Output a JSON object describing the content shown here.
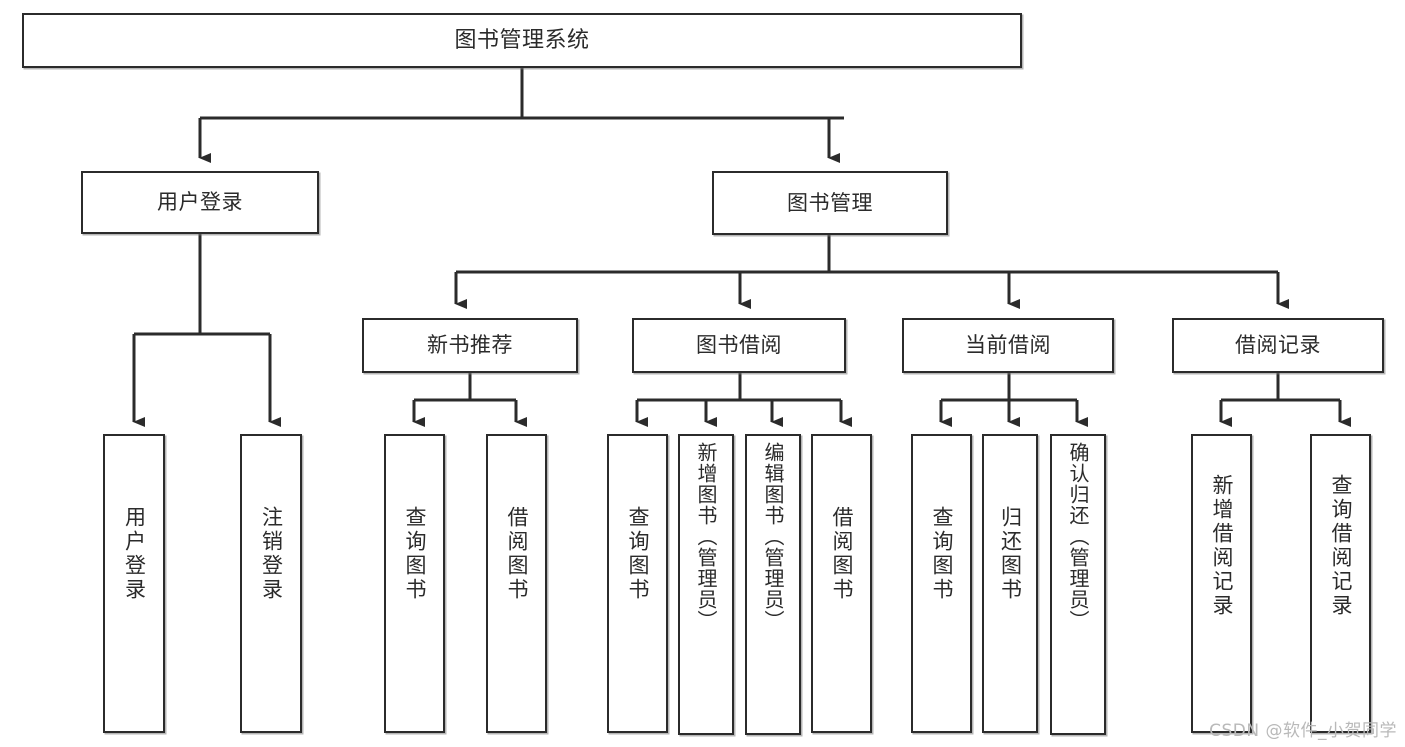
{
  "diagram": {
    "title": "图书管理系统",
    "type": "tree",
    "colors": {
      "stroke": "#2b2b2b",
      "fill": "#ffffff",
      "text": "#2b2b2b",
      "watermark": "#b9b9b9"
    }
  },
  "nodes": {
    "root": {
      "label": "图书管理系统"
    },
    "level1": [
      {
        "id": "user-login",
        "label": "用户登录"
      },
      {
        "id": "book-management",
        "label": "图书管理"
      }
    ],
    "level2": [
      {
        "id": "new-book-recommend",
        "label": "新书推荐"
      },
      {
        "id": "book-borrow",
        "label": "图书借阅"
      },
      {
        "id": "current-borrow",
        "label": "当前借阅"
      },
      {
        "id": "borrow-record",
        "label": "借阅记录"
      }
    ],
    "leaves": {
      "user_login": [
        {
          "id": "leaf-user-login",
          "label": "用户登录"
        },
        {
          "id": "leaf-logout-login",
          "label": "注销登录"
        }
      ],
      "new_book_recommend": [
        {
          "id": "leaf-query-book-1",
          "label": "查询图书"
        },
        {
          "id": "leaf-borrow-book-1",
          "label": "借阅图书"
        }
      ],
      "book_borrow": [
        {
          "id": "leaf-query-book-2",
          "label": "查询图书"
        },
        {
          "id": "leaf-add-book-admin",
          "label": "新增图书（管理员）"
        },
        {
          "id": "leaf-edit-book-admin",
          "label": "编辑图书（管理员）"
        },
        {
          "id": "leaf-borrow-book-2",
          "label": "借阅图书"
        }
      ],
      "current_borrow": [
        {
          "id": "leaf-query-book-3",
          "label": "查询图书"
        },
        {
          "id": "leaf-return-book",
          "label": "归还图书"
        },
        {
          "id": "leaf-confirm-return-admin",
          "label": "确认归还（管理员）"
        }
      ],
      "borrow_record": [
        {
          "id": "leaf-add-borrow-record",
          "label": "新增借阅记录"
        },
        {
          "id": "leaf-query-borrow-record",
          "label": "查询借阅记录"
        }
      ]
    }
  },
  "watermark": {
    "text": "CSDN @软件_小贺同学"
  }
}
